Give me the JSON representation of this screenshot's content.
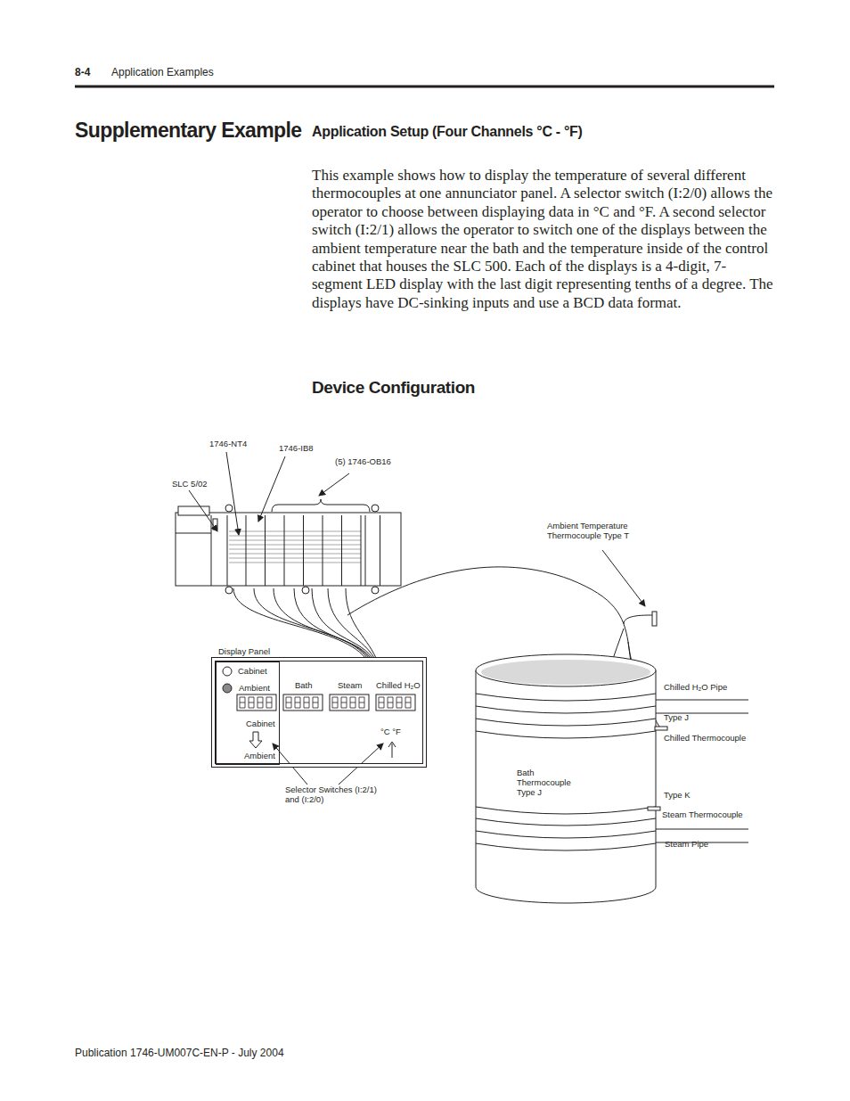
{
  "diagram": {
    "title": "Supplementary Example",
    "nodes": [
      {
        "text": [
          "Display Panel"
        ]
      },
      {
        "text": [
          "Cabinet",
          "Ambient",
          "Cabinet",
          "Ambient"
        ],
        "in": 0
      }
    ],
    "labels": [
      "8-4",
      "Application Examples",
      "Application Setup (Four Channels °C - °F)",
      "This example shows how to display the temperature of several different thermocouples at one annunciator panel. A selector switch (I:2/0) allows the operator to choose between displaying data in °C and °F. A second selector switch (I:2/1) allows the operator to switch one of the displays between the ambient temperature near the bath and the temperature inside of the control cabinet that houses the SLC 500. Each of the displays is a 4-digit, 7-segment LED display with the last digit representing tenths of a degree. The displays have DC-sinking inputs and use a BCD data format.",
      "Device Configuration",
      "SLC 5/02",
      "1746-NT4",
      "1746-IB8",
      "(5) 1746-OB16",
      "Ambient Temperature Thermocouple Type T",
      "Bath",
      "Steam",
      "Chilled H₂O",
      "°C  °F",
      "Selector Switches (I:2/1) and (I:2/0)",
      "Chilled H₂O Pipe",
      "Type J",
      "Chilled Thermocouple",
      "Bath Thermocouple Type J",
      "Type K",
      "Steam Thermocouple",
      "Steam Pipe",
      "Publication 1746-UM007C-EN-P - July 2004"
    ]
  }
}
